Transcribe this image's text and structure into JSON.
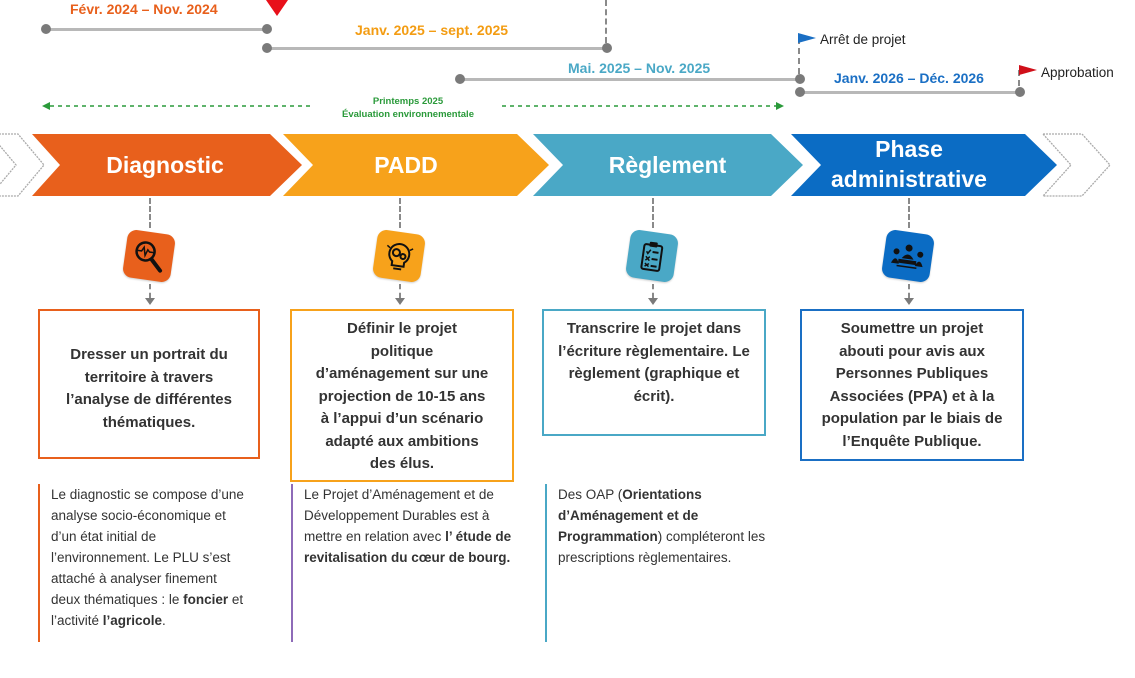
{
  "timeline": {
    "periods": [
      {
        "label": "Févr.  2024 – Nov. 2024",
        "color": "#e8601c"
      },
      {
        "label": "Janv. 2025 – sept. 2025",
        "color": "#f39c12"
      },
      {
        "label": "Mai. 2025 – Nov. 2025",
        "color": "#4aa8c6"
      },
      {
        "label": "Janv. 2026 – Déc. 2026",
        "color": "#1a6fc4"
      }
    ],
    "milestones": [
      {
        "label": "Arrêt de projet",
        "flag_color": "#1a6fc4"
      },
      {
        "label": "Approbation",
        "flag_color": "#d0101a"
      }
    ],
    "current_marker_color": "#e8101a",
    "environmental": {
      "line1": "Printemps 2025",
      "line2": "Évaluation environnementale",
      "color": "#2a9a3a"
    }
  },
  "phases": [
    {
      "title": "Diagnostic",
      "color": "#e8601c",
      "icon": "magnifier-pulse-icon",
      "summary": "Dresser un portrait du territoire à travers l’analyse de différentes thématiques.",
      "note_parts": [
        {
          "text": "Le diagnostic se compose d’une analyse socio-économique et d’un état initial de l’environnement. Le PLU s’est attaché à analyser finement deux thématiques : le ",
          "bold": false
        },
        {
          "text": "foncier",
          "bold": true
        },
        {
          "text": " et l’activité ",
          "bold": false
        },
        {
          "text": "l’agricole",
          "bold": true
        },
        {
          "text": ".",
          "bold": false
        }
      ],
      "note_color": "#e8601c"
    },
    {
      "title": "PADD",
      "color": "#f7a21b",
      "icon": "lightbulb-gears-icon",
      "summary": "Définir le projet politique d’aménagement sur une projection de 10-15 ans à l’appui d’un scénario adapté aux ambitions des élus.",
      "note_parts": [
        {
          "text": "Le Projet d’Aménagement et de Développement Durables est à mettre en relation avec ",
          "bold": false
        },
        {
          "text": "l’ étude de revitalisation du cœur de bourg.",
          "bold": true
        }
      ],
      "note_color": "#8e6bb8"
    },
    {
      "title": "Règlement",
      "color": "#4aa8c6",
      "icon": "clipboard-checklist-icon",
      "summary": "Transcrire le projet dans l’écriture règlementaire. Le règlement (graphique et écrit).",
      "note_parts": [
        {
          "text": "Des OAP (",
          "bold": false
        },
        {
          "text": "Orientations d’Aménagement et de Programmation",
          "bold": true
        },
        {
          "text": ") compléteront les prescriptions règlementaires.",
          "bold": false
        }
      ],
      "note_color": "#4aa8c6"
    },
    {
      "title": "Phase administrative",
      "color": "#0b6cc4",
      "icon": "meeting-people-icon",
      "summary": "Soumettre un projet abouti pour avis aux Personnes Publiques Associées (PPA) et à la population par le biais de l’Enquête Publique.",
      "note_parts": [],
      "note_color": "#0b6cc4"
    }
  ]
}
